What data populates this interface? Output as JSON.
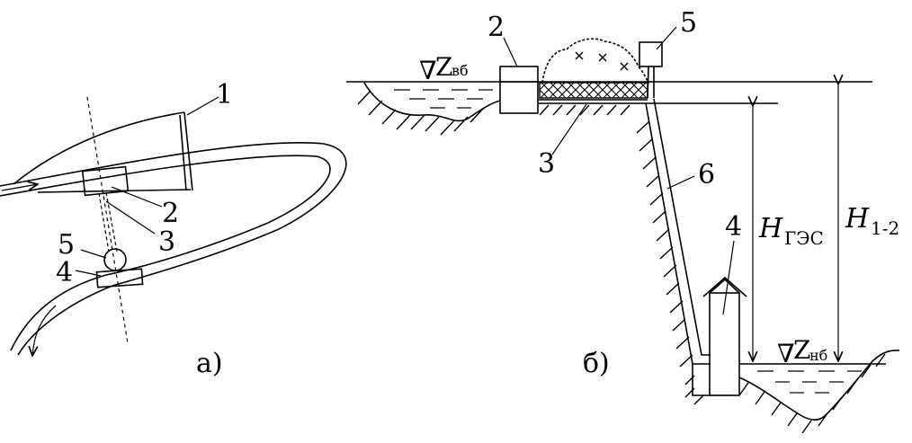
{
  "panel_a": {
    "caption": "а)",
    "labels": {
      "n1": "1",
      "n2": "2",
      "n3": "3",
      "n4": "4",
      "n5": "5"
    }
  },
  "panel_b": {
    "caption": "б)",
    "labels": {
      "n2": "2",
      "n3": "3",
      "n4": "4",
      "n5": "5",
      "n6": "6"
    },
    "upper_level": {
      "symbol": "∇",
      "letter": "Z",
      "subscript": "вб"
    },
    "lower_level": {
      "symbol": "∇",
      "letter": "Z",
      "subscript": "нб"
    },
    "head_plant": {
      "letter": "H",
      "subscript": "ГЭС"
    },
    "head_total": {
      "letter": "H",
      "subscript": "1-2"
    }
  }
}
